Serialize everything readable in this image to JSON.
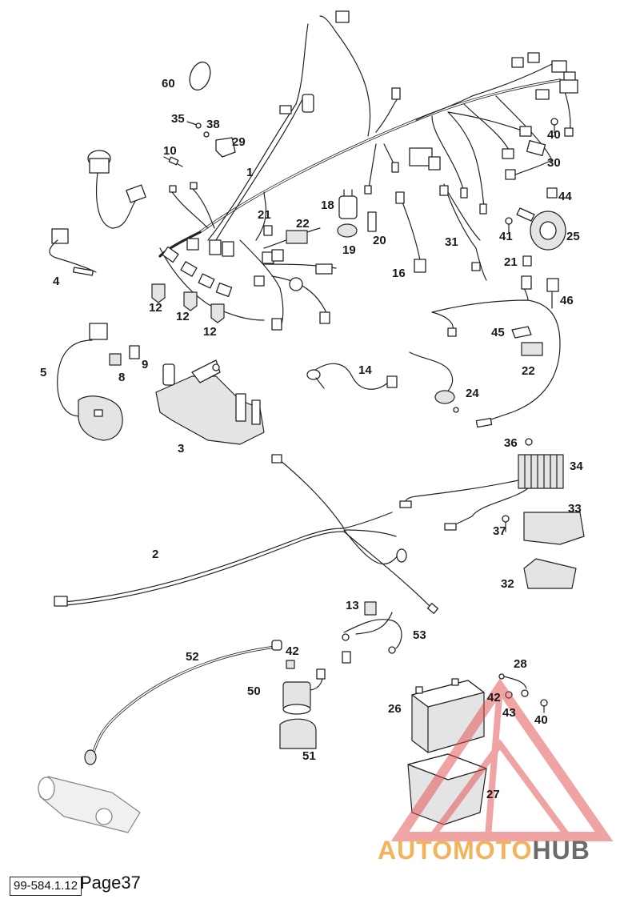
{
  "labels": {
    "l1": "1",
    "l2": "2",
    "l3": "3",
    "l4": "4",
    "l5": "5",
    "l8": "8",
    "l9": "9",
    "l10": "10",
    "l12a": "12",
    "l12b": "12",
    "l12c": "12",
    "l13": "13",
    "l14": "14",
    "l16": "16",
    "l18": "18",
    "l19": "19",
    "l20": "20",
    "l21a": "21",
    "l21b": "21",
    "l22a": "22",
    "l22b": "22",
    "l24": "24",
    "l25": "25",
    "l26": "26",
    "l27": "27",
    "l28": "28",
    "l29": "29",
    "l30": "30",
    "l31": "31",
    "l32": "32",
    "l33": "33",
    "l34": "34",
    "l35": "35",
    "l36": "36",
    "l37": "37",
    "l38": "38",
    "l40a": "40",
    "l40b": "40",
    "l41": "41",
    "l42a": "42",
    "l42b": "42",
    "l43": "43",
    "l44": "44",
    "l45": "45",
    "l46": "46",
    "l50": "50",
    "l51": "51",
    "l52": "52",
    "l53": "53",
    "l60": "60"
  },
  "footer": {
    "code": "99-584.1.12",
    "page": "Page37"
  },
  "watermark": {
    "part1": "AUTOMOTO",
    "part2": "HUB",
    "color_warm": "#f2b35c",
    "color_gray": "#6b6b6b",
    "color_triangle": "#e24a4a"
  }
}
